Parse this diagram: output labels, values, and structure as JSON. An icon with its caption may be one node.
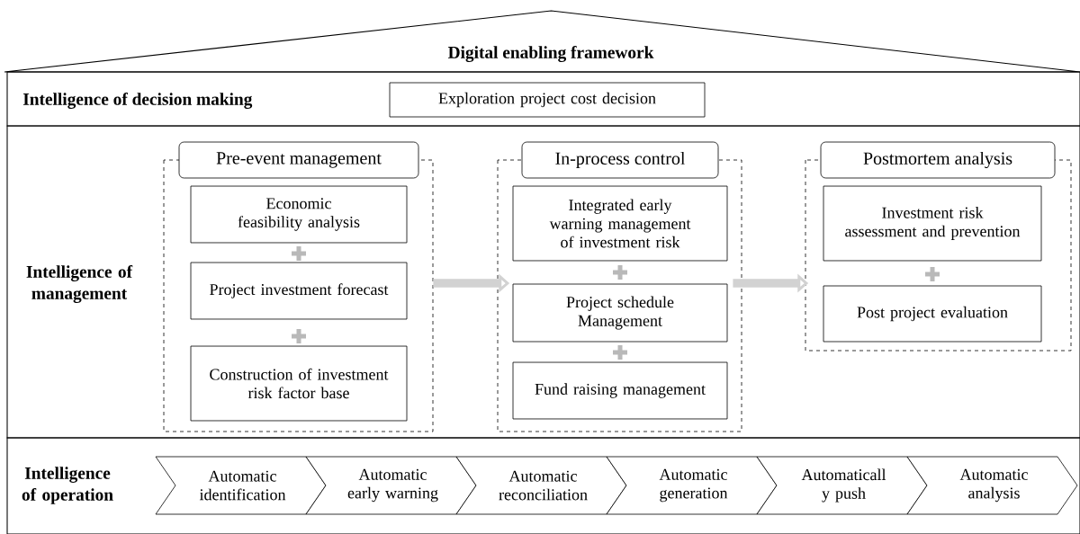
{
  "diagram": {
    "nodes": [
      {
        "text": [
          "Digital enabling framework"
        ]
      },
      {
        "text": [
          "Intelligence of decision making"
        ]
      },
      {
        "text": [
          "Exploration project cost decision"
        ],
        "in": 1
      },
      {
        "text": [
          "Intelligence of management"
        ]
      },
      {
        "text": [
          "Pre-event management"
        ],
        "in": 3
      },
      {
        "text": [
          "Economic feasibility analysis"
        ],
        "in": 4
      },
      {
        "text": [
          "Project investment forecast"
        ],
        "in": 4
      },
      {
        "text": [
          "Construction of investment risk factor base"
        ],
        "in": 4
      },
      {
        "text": [
          "In-process control"
        ],
        "in": 3
      },
      {
        "text": [
          "Integrated early warning management of investment risk"
        ],
        "in": 8
      },
      {
        "text": [
          "Project schedule Management"
        ],
        "in": 8
      },
      {
        "text": [
          "Fund raising management"
        ],
        "in": 8
      },
      {
        "text": [
          "Postmortem analysis"
        ],
        "in": 3
      },
      {
        "text": [
          "Investment risk assessment and prevention"
        ],
        "in": 12
      },
      {
        "text": [
          "Post project evaluation"
        ],
        "in": 12
      },
      {
        "text": [
          "Intelligence of operation"
        ]
      },
      {
        "text": [
          "Automatic identification"
        ],
        "in": 15
      },
      {
        "text": [
          "Automatic early warning"
        ],
        "in": 15
      },
      {
        "text": [
          "Automatic reconciliation"
        ],
        "in": 15
      },
      {
        "text": [
          "Automatic generation"
        ],
        "in": 15
      },
      {
        "text": [
          "Automaticall y push"
        ],
        "in": 15
      },
      {
        "text": [
          "Automatic analysis"
        ],
        "in": 15
      }
    ],
    "edges": [
      {
        "from": 4,
        "to": 8,
        "arrow": "to"
      },
      {
        "from": 8,
        "to": 12,
        "arrow": "to"
      }
    ]
  }
}
